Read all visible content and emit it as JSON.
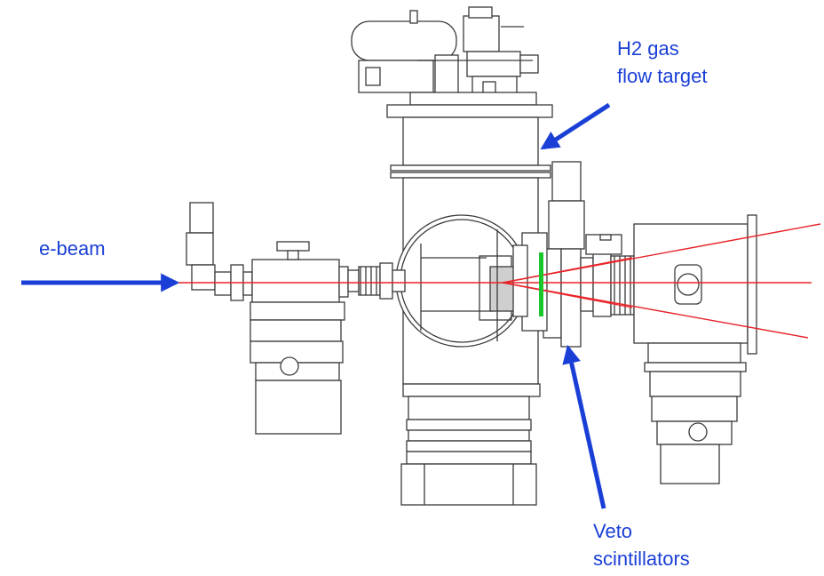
{
  "labels": {
    "ebeam": "e-beam",
    "target_line1": "H2 gas",
    "target_line2": "flow target",
    "veto_line1": "Veto",
    "veto_line2": "scintillators"
  },
  "colors": {
    "annotation": "#1a3fd6",
    "beam": "#e8242a",
    "detector_highlight": "#19c62b",
    "drawing": "#3a3a3a"
  },
  "drawing": {
    "icon": "vacuum-chamber-line-drawing"
  }
}
